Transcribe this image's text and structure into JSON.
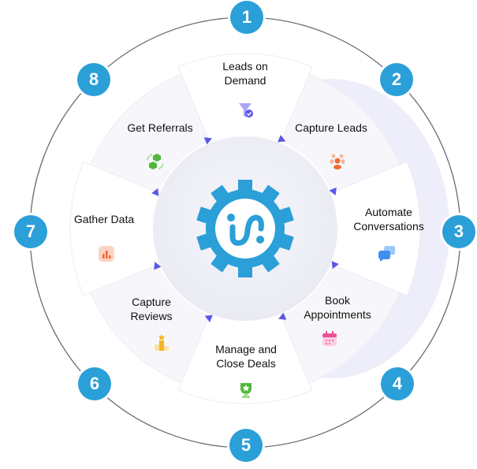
{
  "steps": [
    {
      "number": "1",
      "label": "Leads on Demand",
      "icon": "funnel-check-icon"
    },
    {
      "number": "2",
      "label": "Capture Leads",
      "icon": "people-group-icon"
    },
    {
      "number": "3",
      "label": "Automate Conversations",
      "icon": "chat-bubbles-icon"
    },
    {
      "number": "4",
      "label": "Book Appointments",
      "icon": "calendar-icon"
    },
    {
      "number": "5",
      "label": "Manage and Close Deals",
      "icon": "trophy-icon"
    },
    {
      "number": "6",
      "label": "Capture Reviews",
      "icon": "podium-star-icon"
    },
    {
      "number": "7",
      "label": "Gather Data",
      "icon": "bar-chart-icon"
    },
    {
      "number": "8",
      "label": "Get Referrals",
      "icon": "boxes-cycle-icon"
    }
  ],
  "colors": {
    "accent": "#2a9fd8",
    "arrow": "#5b57e8",
    "ring": "#6b6b78"
  }
}
